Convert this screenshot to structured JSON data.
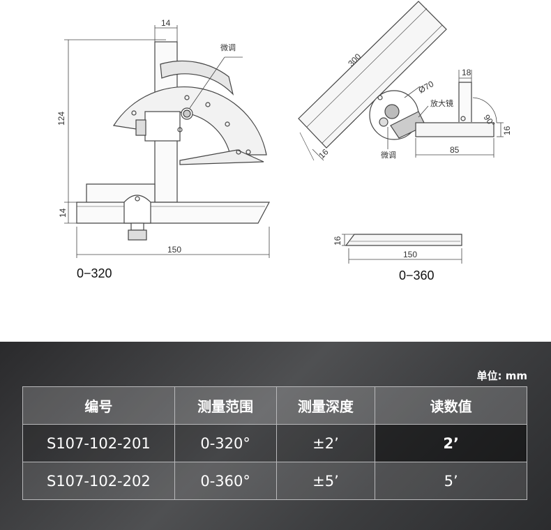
{
  "drawing_left": {
    "dim_top": "14",
    "dim_height": "124",
    "dim_base": "14",
    "dim_length": "150",
    "label_fine": "微调",
    "caption": "0−320"
  },
  "drawing_right": {
    "dim_blade": "300",
    "dim_blade_width": "16",
    "dim_dial": "Ø70",
    "label_magnifier": "放大镜",
    "label_fine": "微调",
    "dim_post": "18",
    "dim_angle": "90°",
    "dim_base_height": "16",
    "dim_base_length": "85"
  },
  "drawing_ruler": {
    "dim_height": "16",
    "dim_length": "150",
    "caption": "0−360"
  },
  "spec": {
    "unit_label": "单位: mm",
    "headers": [
      "编号",
      "测量范围",
      "测量深度",
      "读数值"
    ],
    "rows": [
      [
        "S107-102-201",
        "0-320°",
        "±2’",
        "2’"
      ],
      [
        "S107-102-202",
        "0-360°",
        "±5’",
        "5’"
      ]
    ]
  }
}
